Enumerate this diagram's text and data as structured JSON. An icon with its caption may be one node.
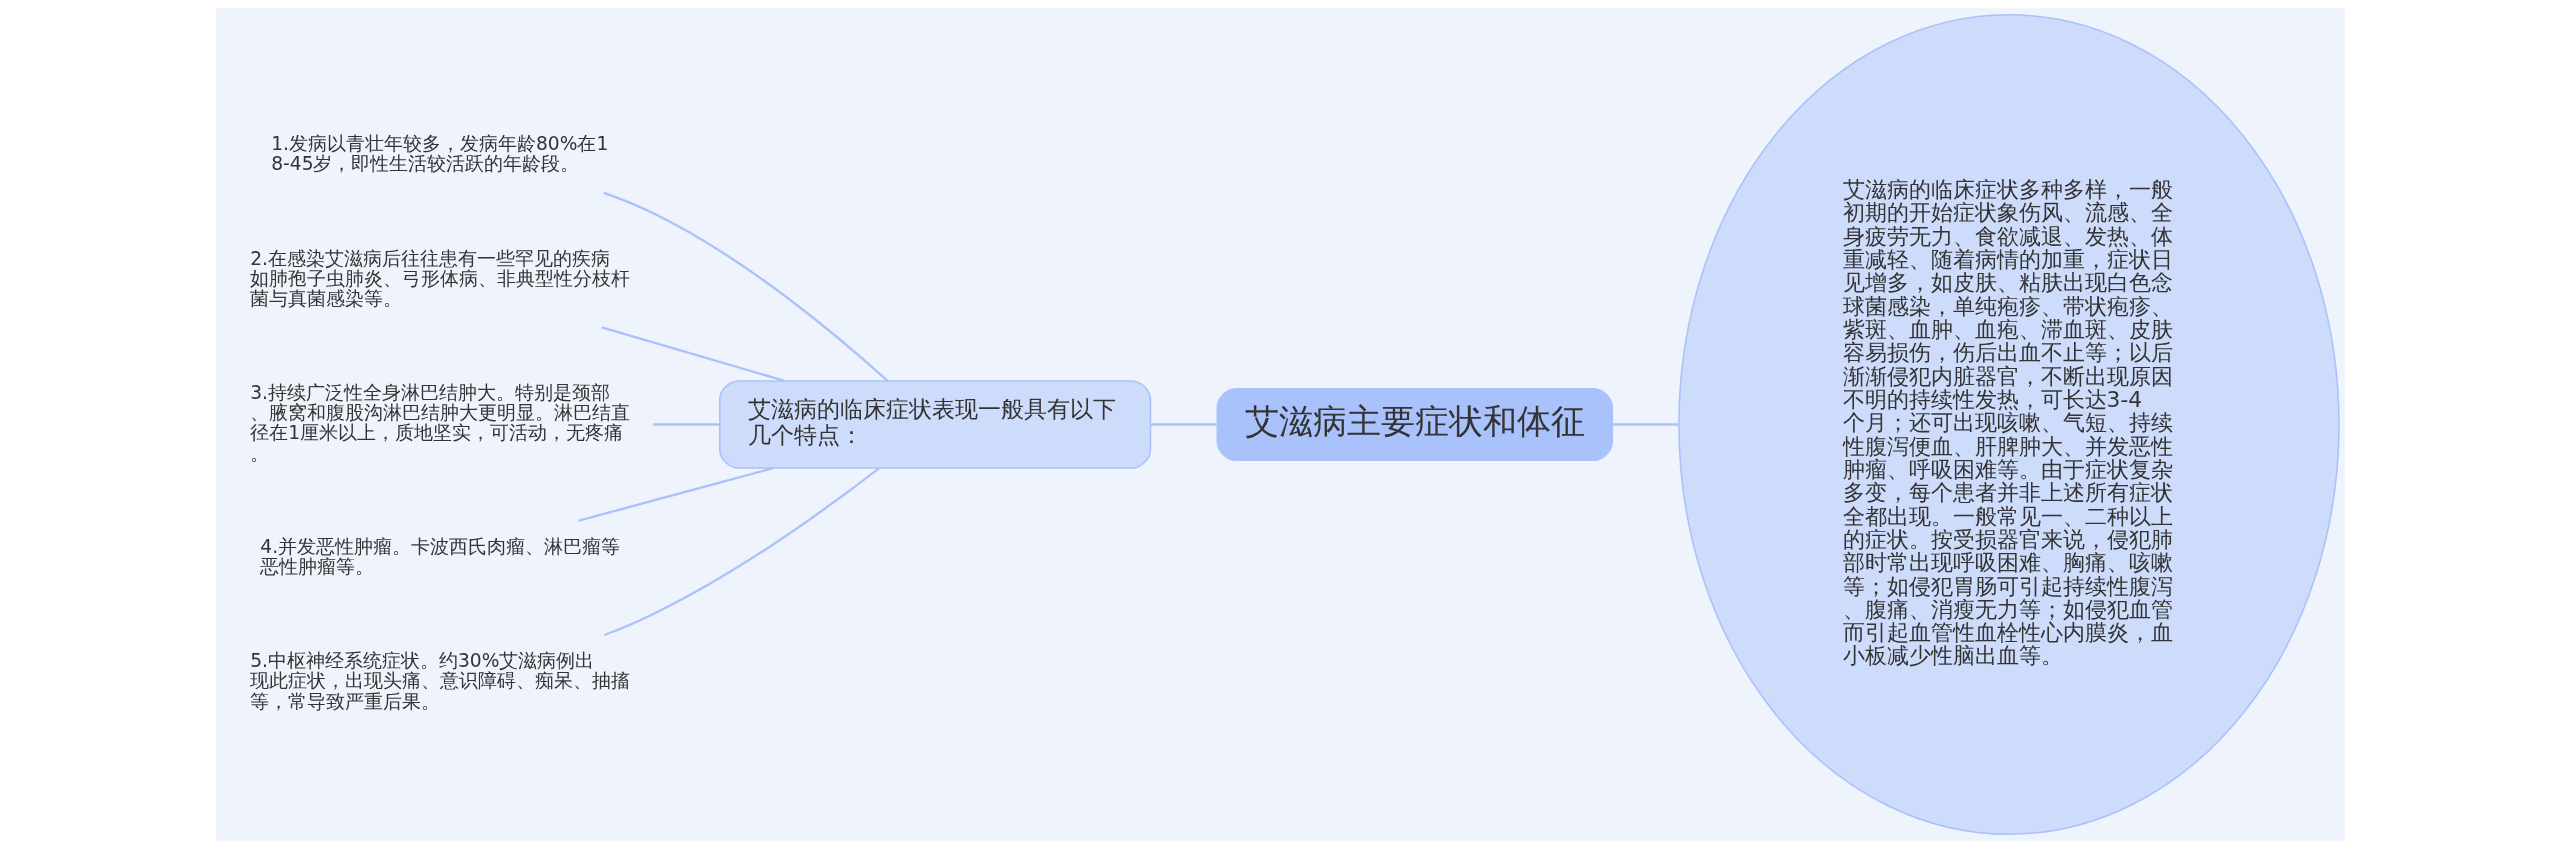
{
  "diagram": {
    "nodes": [
      {
        "text": [
          "艾滋病主要症状和体征"
        ]
      },
      {
        "text": [
          "艾滋病的临床症状表现一般具有以下几个特点："
        ]
      },
      {
        "text": [
          "1.发病以青壮年较多，发病年龄80%在18-45岁，即性生活较活跃的年龄段。"
        ]
      },
      {
        "text": [
          "2.在感染艾滋病后往往患有一些罕见的疾病如肺孢子虫肺炎、弓形体病、非典型性分枝杆菌与真菌感染等。"
        ]
      },
      {
        "text": [
          "3.持续广泛性全身淋巴结肿大。特别是颈部、腋窝和腹股沟淋巴结肿大更明显。淋巴结直径在1厘米以上，质地坚实，可活动，无疼痛。"
        ]
      },
      {
        "text": [
          "4.并发恶性肿瘤。卡波西氏肉瘤、淋巴瘤等恶性肿瘤等。"
        ]
      },
      {
        "text": [
          "5.中枢神经系统症状。约30%艾滋病例出现此症状，出现头痛、意识障碍、痴呆、抽搐等，常导致严重后果。"
        ]
      },
      {
        "text": [
          "艾滋病的临床症状多种多样，一般初期的开始症状象伤风、流感、全身疲劳无力、食欲减退、发热、体重减轻、随着病情的加重，症状日见增多，如皮肤、粘肤出现白色念球菌感染，单纯疱疹、带状疱疹、紫斑、血肿、血疱、滞血斑、皮肤容易损伤，伤后出血不止等；以后渐渐侵犯内脏器官，不断出现原因不明的持续性发热，可长达3-4个月；还可出现咳嗽、气短、持续性腹泻便血、肝脾肿大、并发恶性肿瘤、呼吸困难等。由于症状复杂多变，每个患者并非上述所有症状全都出现。一般常见一、二种以上的症状。按受损器官来说，侵犯肺部时常出现呼吸困难、胸痛、咳嗽等；如侵犯胃肠可引起持续性腹泻、腹痛、消瘦无力等；如侵犯血管而引起血管性血栓性心内膜炎，血小板减少性脑出血等。"
        ]
      }
    ],
    "edges": [
      {
        "from": 0,
        "to": 1,
        "arrow": "none"
      },
      {
        "from": 1,
        "to": 2,
        "arrow": "none"
      },
      {
        "from": 1,
        "to": 3,
        "arrow": "none"
      },
      {
        "from": 1,
        "to": 4,
        "arrow": "none"
      },
      {
        "from": 1,
        "to": 5,
        "arrow": "none"
      },
      {
        "from": 1,
        "to": 6,
        "arrow": "none"
      },
      {
        "from": 0,
        "to": 7,
        "arrow": "none"
      }
    ]
  }
}
